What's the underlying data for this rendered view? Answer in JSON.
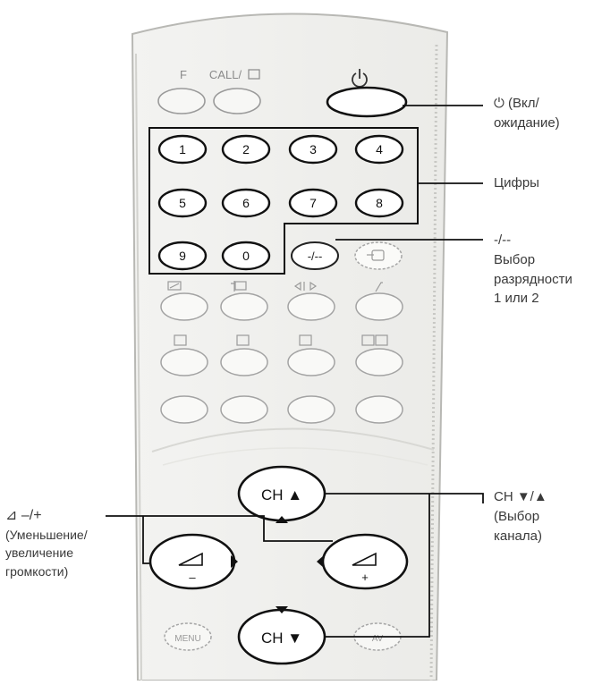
{
  "remote": {
    "top_row": {
      "f_label": "F",
      "call_label": "CALL/",
      "call_icon": "teletext-icon",
      "power_icon": "power-icon"
    },
    "digits": [
      "1",
      "2",
      "3",
      "4",
      "5",
      "6",
      "7",
      "8",
      "9",
      "0"
    ],
    "digit_mode_label": "-/--",
    "function_row_icons": [
      "picture-mode-icon",
      "sound-mode-icon",
      "surround-icon",
      "mute-icon"
    ],
    "teletext_row_icons": [
      "text-icon",
      "text-icon",
      "text-icon",
      "mix-icon"
    ],
    "ch_up_label": "CH ▲",
    "ch_down_label": "CH ▼",
    "vol_down_sub": "–",
    "vol_up_sub": "+",
    "menu_label": "MENU",
    "tv_av_label": "AV"
  },
  "callouts": {
    "power": {
      "lines": [
        "⏻ (Вкл/",
        "ожидание)"
      ]
    },
    "digits": {
      "lines": [
        "Цифры"
      ]
    },
    "digit_mode": {
      "lines": [
        "-/--",
        "Выбор",
        "разрядности",
        "1 или 2"
      ]
    },
    "channel": {
      "lines": [
        "CH ▼/▲",
        "(Выбор",
        "канала)"
      ]
    },
    "volume": {
      "lines": [
        "⊿ –/+",
        "(Уменьшение/",
        "увеличение",
        "громкости)"
      ]
    }
  }
}
